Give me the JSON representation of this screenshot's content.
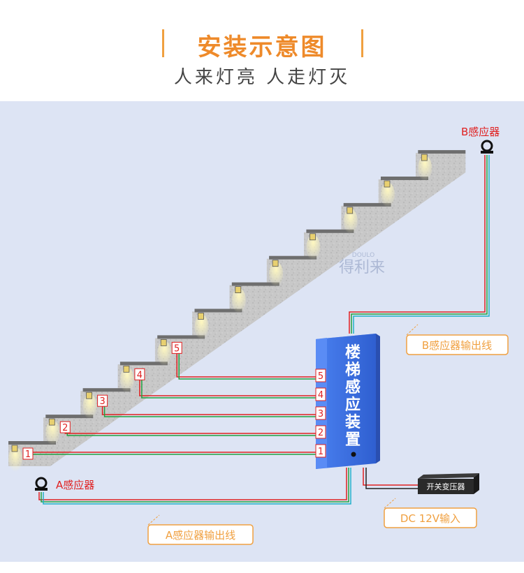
{
  "header": {
    "title": "安装示意图",
    "subtitle": "人来灯亮 人走灯灭"
  },
  "diagram": {
    "sensor_a_label": "A感应器",
    "sensor_b_label": "B感应器",
    "sensor_a_output": "A感应器输出线",
    "sensor_b_output": "B感应器输出线",
    "controller_label": "楼梯感应装置",
    "power_unit_label": "开关变压器",
    "power_input_label": "DC 12V输入",
    "watermark_text": "得利来",
    "watermark_small": "DOULO",
    "step_numbers": [
      "1",
      "2",
      "3",
      "4",
      "5"
    ],
    "port_numbers": [
      "5",
      "4",
      "3",
      "2",
      "1"
    ],
    "colors": {
      "wire_red": "#e02020",
      "wire_green": "#20a040",
      "wire_cyan": "#20b0c8",
      "callout": "#f0a040",
      "controller": "#3a6ee0",
      "background": "#dde4f4"
    }
  }
}
